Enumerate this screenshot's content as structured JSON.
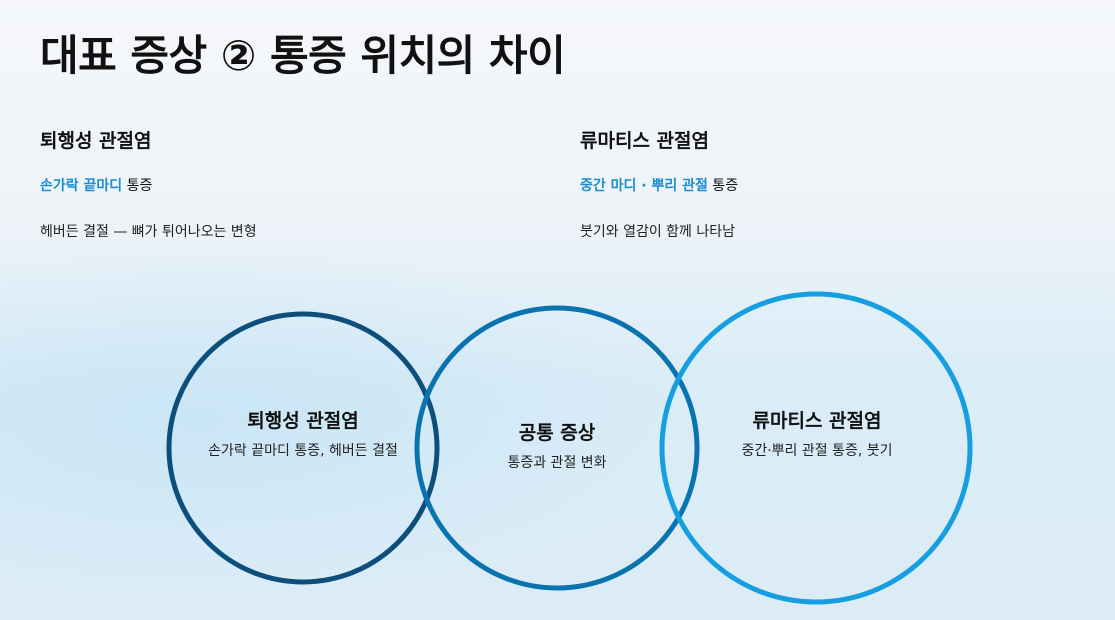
{
  "title": "대표 증상 ② 통증 위치의 차이",
  "left_column": {
    "heading": "퇴행성 관절염",
    "highlight": "손가락 끝마디",
    "suffix": " 통증",
    "description": "헤버든 결절 — 뼈가 튀어나오는 변형"
  },
  "right_column": {
    "heading": "류마티스 관절염",
    "highlight": "중간 마디 · 뿌리 관절",
    "suffix": " 통증",
    "description": "붓기와 열감이 함께 나타남"
  },
  "venn": {
    "left": {
      "title": "퇴행성 관절염",
      "desc": "손가락 끝마디 통증, 헤버든 결절",
      "color": "#0d4f7c"
    },
    "center": {
      "title": "공통 증상",
      "desc": "통증과 관절 변화",
      "color": "#0a72ae"
    },
    "right": {
      "title": "류마티스 관절염",
      "desc": "중간·뿌리 관절 통증, 붓기",
      "color": "#159ee0"
    }
  }
}
